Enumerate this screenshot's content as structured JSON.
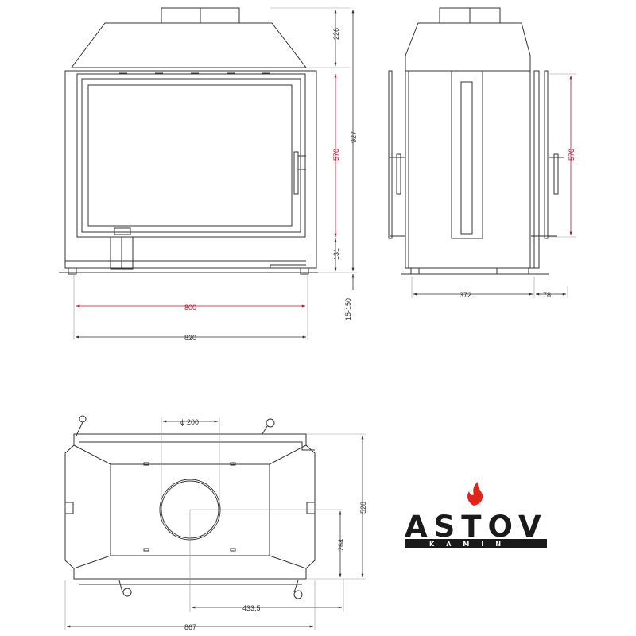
{
  "brand": {
    "name": "ASTOV",
    "sub": "KAMIN",
    "flame_color": "#e2231a",
    "text_color": "#1a1a1a"
  },
  "front_view": {
    "dim_top": "226",
    "dim_opening_height": "570",
    "dim_total_height": "927",
    "dim_bottom": "131",
    "dim_feet": "15-150",
    "dim_opening_width": "800",
    "dim_total_width": "820"
  },
  "side_view": {
    "dim_opening_height": "570",
    "dim_depth": "372",
    "dim_rear": "78"
  },
  "top_view": {
    "dim_flue": "200",
    "dim_flue_prefix": "ϕ",
    "dim_depth": "528",
    "dim_flue_offset_y": "264",
    "dim_flue_offset_x": "433,5",
    "dim_width": "867"
  },
  "colors": {
    "line": "#333333",
    "dimension_red": "#c8102e"
  }
}
